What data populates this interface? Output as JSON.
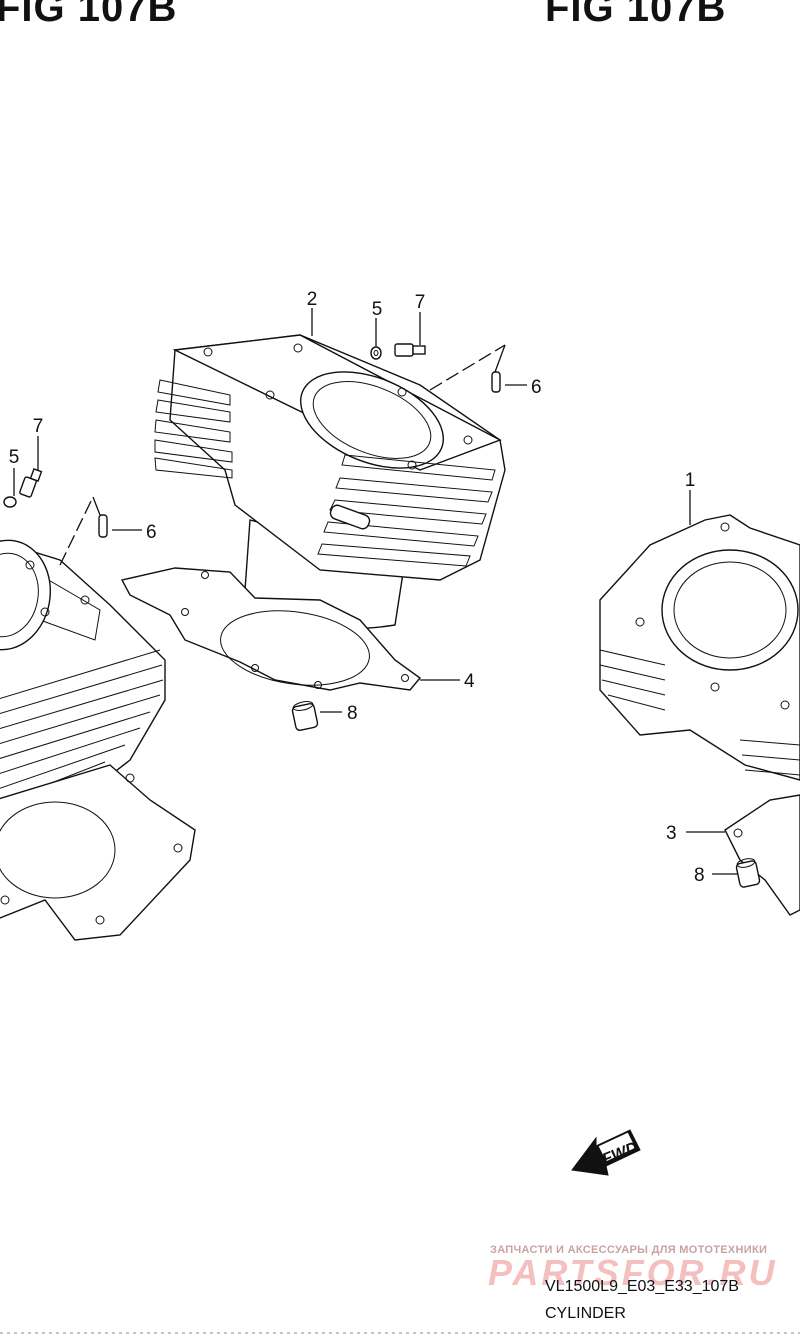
{
  "header": {
    "left_fragment": "FIG 107B",
    "right_fragment": "FIG 107B"
  },
  "callouts": {
    "c1": "1",
    "c2": "2",
    "c3": "3",
    "c4": "4",
    "c5a": "5",
    "c5b": "5",
    "c6a": "6",
    "c6b": "6",
    "c7a": "7",
    "c7b": "7",
    "c8a": "8",
    "c8b": "8"
  },
  "fwd_label": "FWD",
  "watermark": {
    "tagline": "ЗАПЧАСТИ И АКСЕССУАРЫ ДЛЯ МОТОТЕХНИКИ",
    "site": "PARTSFOR.RU"
  },
  "footer": {
    "code": "VL1500L9_E03_E33_107B",
    "title": "CYLINDER"
  }
}
